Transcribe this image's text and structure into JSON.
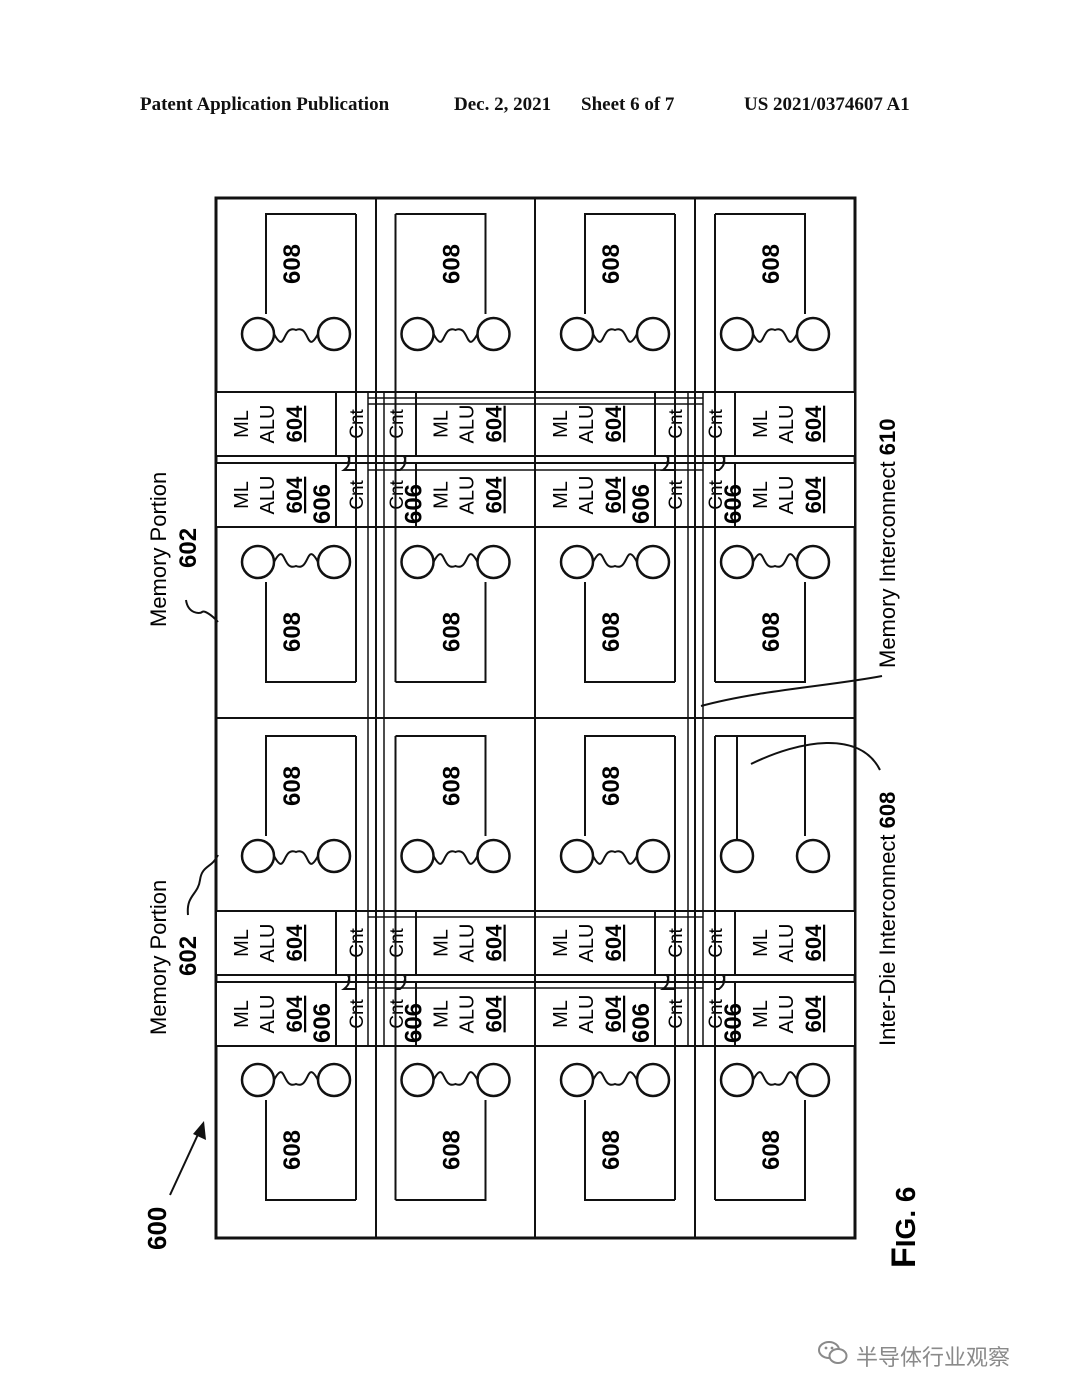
{
  "header": {
    "publication": "Patent Application Publication",
    "date": "Dec. 2, 2021",
    "sheet": "Sheet 6 of 7",
    "number": "US 2021/0374607 A1"
  },
  "figure": {
    "ref": "600",
    "caption": "FIG. 6",
    "memory_portion_label": "Memory Portion",
    "memory_portion_ref": "602",
    "memory_interconnect_label": "Memory Interconnect",
    "memory_interconnect_ref": "610",
    "inter_die_label": "Inter-Die Interconnect",
    "inter_die_ref": "608",
    "alu_line1": "ML",
    "alu_line2": "ALU",
    "alu_ref": "604",
    "controller_label": "Cnt",
    "wire_ref": "606",
    "channel_ref": "608"
  },
  "watermark": "半导体行业观察"
}
